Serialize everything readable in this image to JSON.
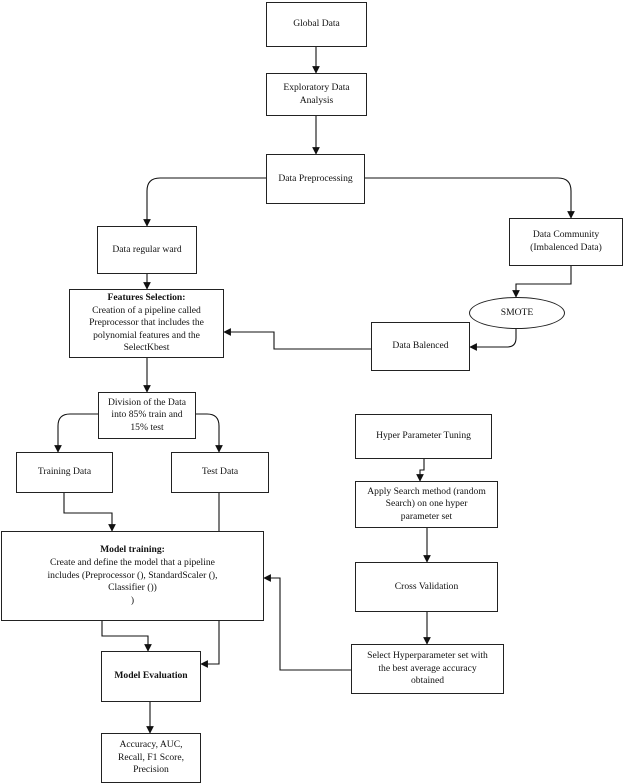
{
  "nodes": {
    "global_data": {
      "lines": [
        "Global Data"
      ]
    },
    "eda": {
      "lines": [
        "Exploratory Data",
        "Analysis"
      ]
    },
    "preprocessing": {
      "lines": [
        "Data Preprocessing"
      ]
    },
    "regular_ward": {
      "lines": [
        "Data regular ward"
      ]
    },
    "community": {
      "lines": [
        "Data Community",
        "(Imbalenced Data)"
      ]
    },
    "smote": {
      "lines": [
        "SMOTE"
      ]
    },
    "features": {
      "title": "Features Selection:",
      "lines": [
        "Creation of a pipeline called",
        "Preprocessor that includes the",
        "polynomial features and the",
        "SelectKbest"
      ]
    },
    "balanced": {
      "lines": [
        "Data Balenced"
      ]
    },
    "division": {
      "lines": [
        "Division of the Data",
        "into 85% train and",
        "15% test"
      ]
    },
    "training_data": {
      "lines": [
        "Training Data"
      ]
    },
    "test_data": {
      "lines": [
        "Test Data"
      ]
    },
    "hyper_tuning": {
      "lines": [
        "Hyper Parameter Tuning"
      ]
    },
    "search": {
      "lines": [
        "Apply Search method (random",
        "Search) on one hyper",
        "parameter set"
      ]
    },
    "model_training": {
      "title": "Model training:",
      "lines": [
        "Create and define the model that a pipeline",
        "includes (Preprocessor (), StandardScaler (),",
        "Classifier ())",
        ")"
      ]
    },
    "cross_validation": {
      "lines": [
        "Cross Validation"
      ]
    },
    "select_hyper": {
      "lines": [
        "Select Hyperparameter set with",
        "the best average accuracy",
        "obtained"
      ]
    },
    "evaluation": {
      "title": "Model Evaluation",
      "lines": []
    },
    "metrics": {
      "lines": [
        "Accuracy, AUC,",
        "Recall, F1 Score,",
        "Precision"
      ]
    }
  }
}
